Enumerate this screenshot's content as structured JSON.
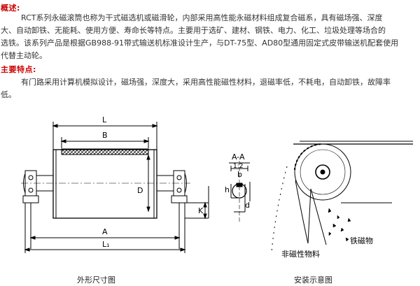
{
  "overview": {
    "heading": "概述:",
    "line1": "RCT系列永磁滚筒也称为干式磁选机或磁滑轮，内部采用高性能永磁材料组成复合磁系，具有磁场强、深度",
    "line2": "大、自动卸铁、无能耗、使用方便、寿命长等特点。主要用于选矿、建材、钢铁、电力、化工、垃圾处理等场合的",
    "line3": "选铁。该系列产品是根据GB988-91带式输送机标准设计生产，与DT-75型、AD80型通用固定式皮带输送机配套使用",
    "line4": "代替主动轮。"
  },
  "features": {
    "heading": "主要特点:",
    "line1": "有门路采用计算机模拟设计，磁场强，深度大，采用高性能磁性材料，退磁率低，不耗电，自动卸铁，故障率",
    "line2": "低。"
  },
  "dimension_drawing": {
    "labels": {
      "L": "L",
      "B": "B",
      "D": "D",
      "A": "A",
      "L1": "L₁",
      "K": "K",
      "section": "A-A",
      "scale": "1:2",
      "b": "b",
      "h": "h",
      "d": "d"
    },
    "caption": "外形尺寸图"
  },
  "install_drawing": {
    "nonmagnetic": "非磁性物料",
    "iron": "铁磁物",
    "caption": "安装示意图"
  }
}
